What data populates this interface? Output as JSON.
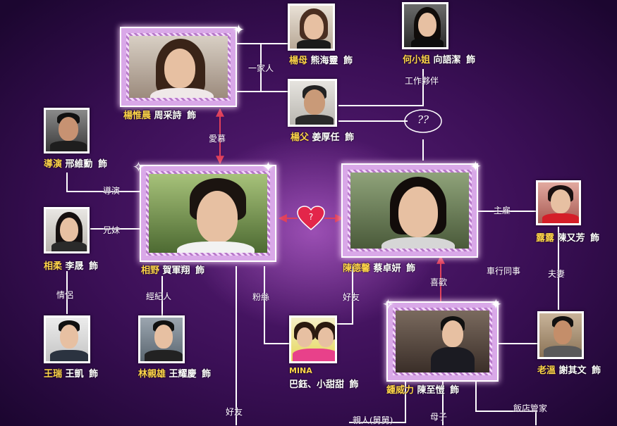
{
  "characters": {
    "yang_weichen": {
      "role": "楊惟晨",
      "actor": "周采詩",
      "suffix": "飾"
    },
    "yang_mother": {
      "role": "楊母",
      "actor": "熊海靈",
      "suffix": "飾"
    },
    "he_xiaojie": {
      "role": "何小姐",
      "actor": "向語潔",
      "suffix": "飾"
    },
    "yang_father": {
      "role": "楊父",
      "actor": "姜厚任",
      "suffix": "飾"
    },
    "director": {
      "role": "導演",
      "actor": "邢維勳",
      "suffix": "飾"
    },
    "xiang_ye": {
      "role": "相野",
      "actor": "賀軍翔",
      "suffix": "飾"
    },
    "chen_dexin": {
      "role": "陳德馨",
      "actor": "蔡卓妍",
      "suffix": "飾"
    },
    "lulu": {
      "role": "露露",
      "actor": "陳又芳",
      "suffix": "飾"
    },
    "xiang_rou": {
      "role": "相柔",
      "actor": "李晟",
      "suffix": "飾"
    },
    "wang_rui": {
      "role": "王瑞",
      "actor": "王凱",
      "suffix": "飾"
    },
    "lin_qinxiong": {
      "role": "林親雄",
      "actor": "王耀慶",
      "suffix": "飾"
    },
    "mina": {
      "role": "MINA",
      "actor": "巴鈺、小甜甜",
      "suffix": "飾"
    },
    "zhong_weili": {
      "role": "鍾威力",
      "actor": "陳至愷",
      "suffix": "飾"
    },
    "lao_wen": {
      "role": "老溫",
      "actor": "謝其文",
      "suffix": "飾"
    }
  },
  "relations": {
    "family": "一家人",
    "work_partner": "工作夥伴",
    "unknown": "??",
    "admire": "愛慕",
    "directing": "導演",
    "boss": "主雇",
    "siblings": "兄妹",
    "car_coworkers": "車行同事",
    "couple": "夫妻",
    "fans": "粉絲",
    "good_friends": "好友",
    "agent": "經紀人",
    "lovers": "情侶",
    "likes": "喜歡",
    "good_friends_bottom": "好友",
    "relatives": "親人(舅舅)",
    "mother_son": "母子",
    "hotel_butler": "飯店管家"
  },
  "center_heart": "heart-icon",
  "colors": {
    "background": "#3a0f55",
    "role_name": "#ffd54a",
    "arrow": "#e0405a",
    "line": "#ffffff"
  }
}
